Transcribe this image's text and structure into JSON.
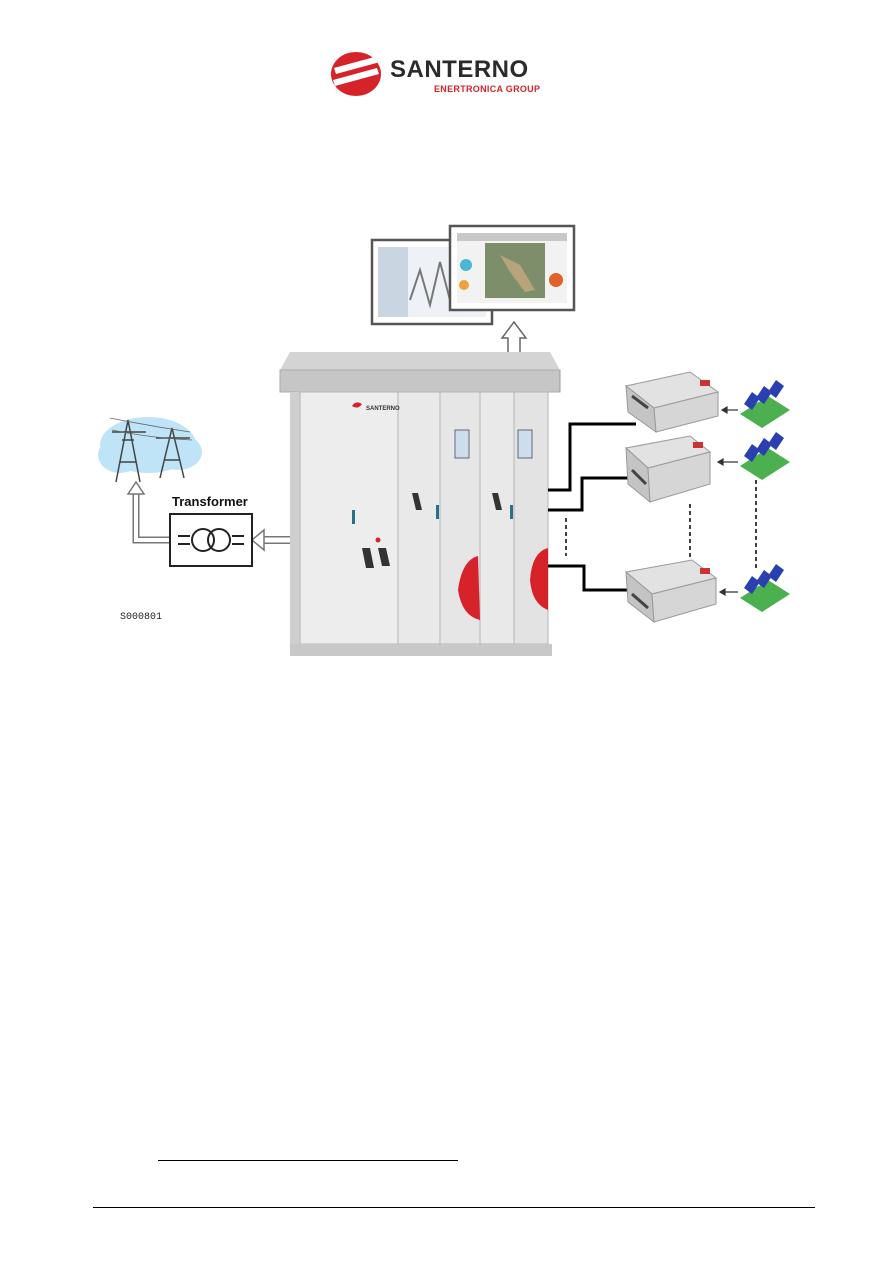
{
  "header": {
    "brand_name": "SANTERNO",
    "brand_sub": "ENERTRONICA GROUP",
    "brand_color": "#d6232a"
  },
  "figure": {
    "transformer_label": "Transformer",
    "figure_code": "S000801",
    "cabinet_brand": "SANTERNO",
    "icons": [
      "power-pylon-icon",
      "transformer-icon",
      "monitor-icon",
      "inverter-cabinet-icon",
      "string-box-icon",
      "solar-panel-icon"
    ]
  }
}
